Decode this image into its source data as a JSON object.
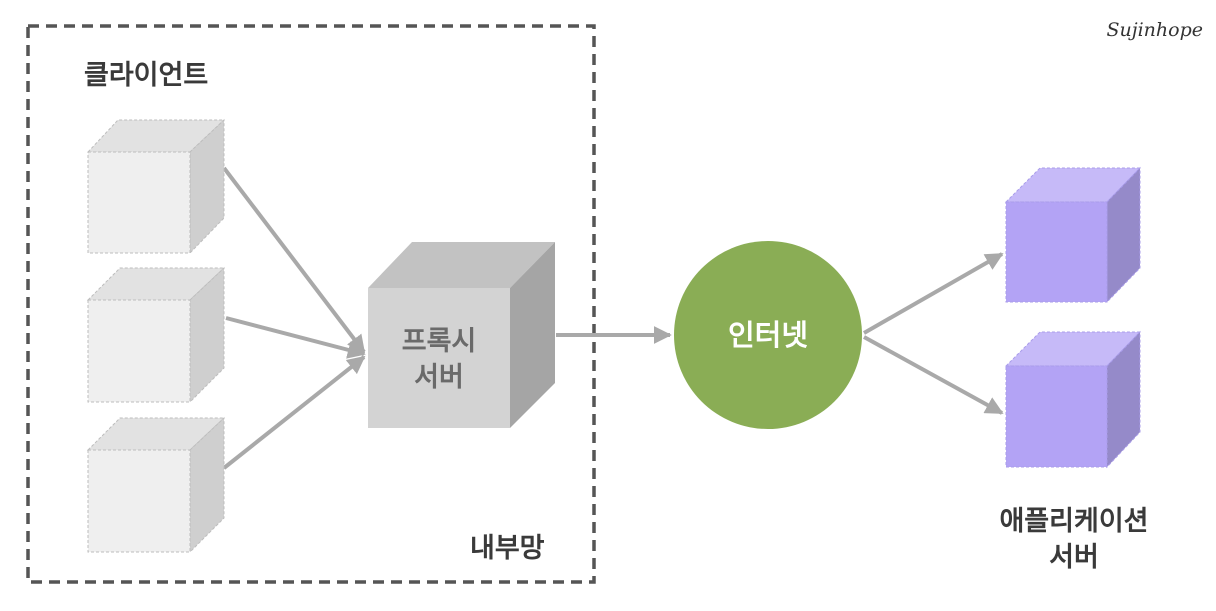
{
  "diagram": {
    "internal_network": {
      "clients_label": "클라이언트",
      "network_label": "내부망"
    },
    "proxy": {
      "label_line1": "프록시",
      "label_line2": "서버"
    },
    "internet": {
      "label": "인터넷"
    },
    "app_servers": {
      "label_line1": "애플리케이션",
      "label_line2": "서버"
    },
    "watermark": "Sujinhope",
    "colors": {
      "client_front": "#efefef",
      "client_top": "#e2e2e2",
      "client_side": "#cfcfcf",
      "proxy_front": "#d3d3d3",
      "proxy_top": "#c2c2c2",
      "proxy_side": "#a5a5a5",
      "internet_fill": "#8aad55",
      "server_front": "#b3a3f5",
      "server_top": "#c6baf8",
      "server_side": "#958ac9",
      "arrow": "#a9a9a9",
      "boundary": "#555555"
    }
  }
}
